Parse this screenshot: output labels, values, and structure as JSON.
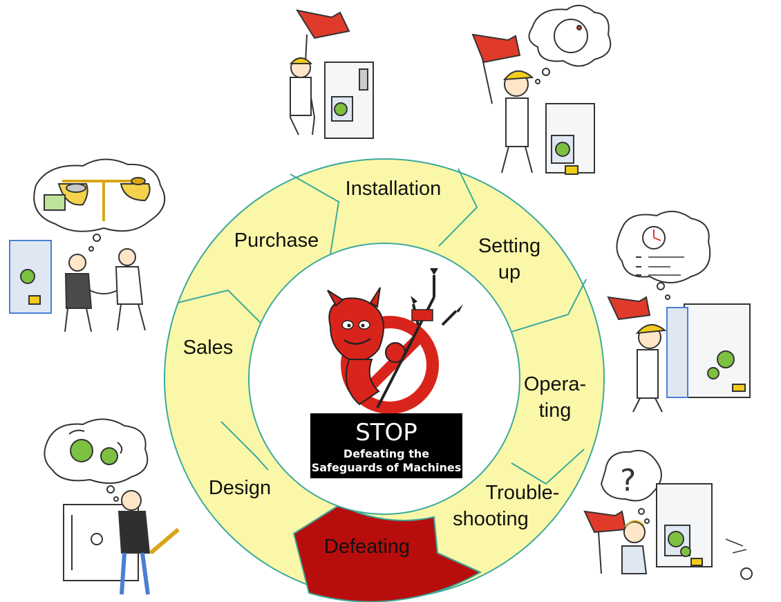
{
  "cycle": {
    "segments": [
      {
        "id": "installation",
        "lines": [
          "Installation"
        ],
        "highlight": false
      },
      {
        "id": "setting-up",
        "lines": [
          "Setting",
          "up"
        ],
        "highlight": false
      },
      {
        "id": "operating",
        "lines": [
          "Opera-",
          "ting"
        ],
        "highlight": false
      },
      {
        "id": "troubleshooting",
        "lines": [
          "Trouble-",
          "shooting"
        ],
        "highlight": false
      },
      {
        "id": "defeating",
        "lines": [
          "Defeating"
        ],
        "highlight": true
      },
      {
        "id": "design",
        "lines": [
          "Design"
        ],
        "highlight": false
      },
      {
        "id": "sales",
        "lines": [
          "Sales"
        ],
        "highlight": false
      },
      {
        "id": "purchase",
        "lines": [
          "Purchase"
        ],
        "highlight": false
      }
    ]
  },
  "center": {
    "stop_title": "STOP",
    "stop_line1": "Defeating the",
    "stop_line2": "Safeguards of Machines"
  },
  "colors": {
    "ring_fill": "#fbf7a8",
    "ring_stroke": "#3aaa9c",
    "highlight_fill": "#b80d0d",
    "devil_red": "#d9241b",
    "banner_black": "#000000"
  }
}
